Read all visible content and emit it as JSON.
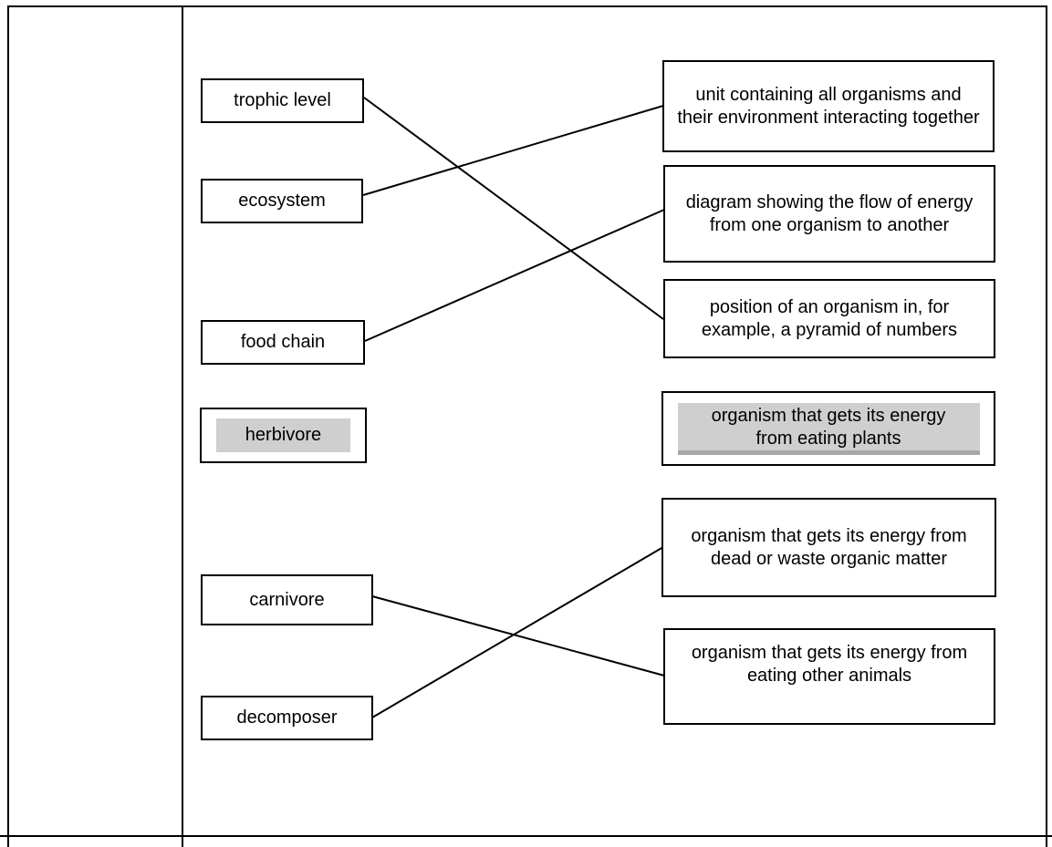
{
  "terms": [
    {
      "id": "trophic-level",
      "label": "trophic level"
    },
    {
      "id": "ecosystem",
      "label": "ecosystem"
    },
    {
      "id": "food-chain",
      "label": "food chain"
    },
    {
      "id": "herbivore",
      "label": "herbivore"
    },
    {
      "id": "carnivore",
      "label": "carnivore"
    },
    {
      "id": "decomposer",
      "label": "decomposer"
    }
  ],
  "definitions": [
    {
      "id": "def-ecosystem",
      "text": "unit containing all organisms and their environment interacting together"
    },
    {
      "id": "def-food-chain",
      "text": "diagram showing the flow of energy from one organism to another"
    },
    {
      "id": "def-trophic-level",
      "text": "position of an organism in, for example, a pyramid of numbers"
    },
    {
      "id": "def-herbivore",
      "text": "organism that gets its energy from eating plants"
    },
    {
      "id": "def-decomposer",
      "text": "organism that gets its energy from dead or waste organic matter"
    },
    {
      "id": "def-carnivore",
      "text": "organism that gets its energy from eating other animals"
    }
  ],
  "connections": [
    {
      "from": "trophic-level",
      "to": "def-trophic-level"
    },
    {
      "from": "ecosystem",
      "to": "def-ecosystem"
    },
    {
      "from": "food-chain",
      "to": "def-food-chain"
    },
    {
      "from": "carnivore",
      "to": "def-carnivore"
    },
    {
      "from": "decomposer",
      "to": "def-decomposer"
    }
  ],
  "example_pair": {
    "term": "herbivore",
    "definition": "def-herbivore"
  },
  "colors": {
    "line": "#000000",
    "highlight": "#cfcfcf",
    "highlight_edge": "#a8a8a8"
  }
}
